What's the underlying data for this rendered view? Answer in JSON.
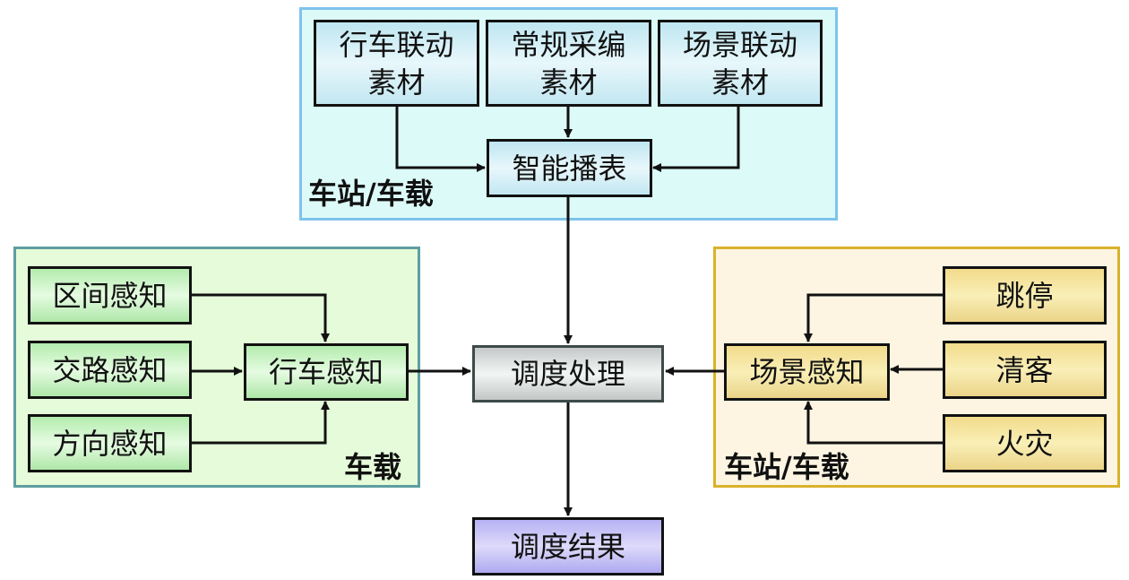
{
  "groups": {
    "top": {
      "tag": "车站/车载"
    },
    "left": {
      "tag": "车载"
    },
    "right": {
      "tag": "车站/车载"
    }
  },
  "nodes": {
    "train_linkage_material": {
      "line1": "行车联动",
      "line2": "素材"
    },
    "regular_editing_material": {
      "line1": "常规采编",
      "line2": "素材"
    },
    "scene_linkage_material": {
      "line1": "场景联动",
      "line2": "素材"
    },
    "smart_playlist": {
      "label": "智能播表"
    },
    "section_perception": {
      "label": "区间感知"
    },
    "route_perception": {
      "label": "交路感知"
    },
    "direction_perception": {
      "label": "方向感知"
    },
    "train_perception": {
      "label": "行车感知"
    },
    "dispatch_processing": {
      "label": "调度处理"
    },
    "dispatch_result": {
      "label": "调度结果"
    },
    "scene_perception": {
      "label": "场景感知"
    },
    "skip_stop": {
      "label": "跳停"
    },
    "clear_passengers": {
      "label": "清客"
    },
    "fire": {
      "label": "火灾"
    }
  },
  "edges": [
    {
      "from": "行车联动素材",
      "to": "智能播表"
    },
    {
      "from": "常规采编素材",
      "to": "智能播表"
    },
    {
      "from": "场景联动素材",
      "to": "智能播表"
    },
    {
      "from": "智能播表",
      "to": "调度处理"
    },
    {
      "from": "区间感知",
      "to": "行车感知"
    },
    {
      "from": "交路感知",
      "to": "行车感知"
    },
    {
      "from": "方向感知",
      "to": "行车感知"
    },
    {
      "from": "行车感知",
      "to": "调度处理"
    },
    {
      "from": "跳停",
      "to": "场景感知"
    },
    {
      "from": "清客",
      "to": "场景感知"
    },
    {
      "from": "火灾",
      "to": "场景感知"
    },
    {
      "from": "场景感知",
      "to": "调度处理"
    },
    {
      "from": "调度处理",
      "to": "调度结果"
    }
  ],
  "colors": {
    "top_group_bg": "#dcfbf8",
    "top_group_border": "#7fc3ec",
    "left_group_bg": "#e5fbd9",
    "left_group_border": "#5f9ea0",
    "right_group_bg": "#fdf5e2",
    "right_group_border": "#d9b22c",
    "blue_node": "#bee6f1",
    "green_node": "#b3ecad",
    "yellow_node": "#f2db8b",
    "grey_node": "#c6c8c8",
    "purple_node": "#b6b2f3"
  }
}
